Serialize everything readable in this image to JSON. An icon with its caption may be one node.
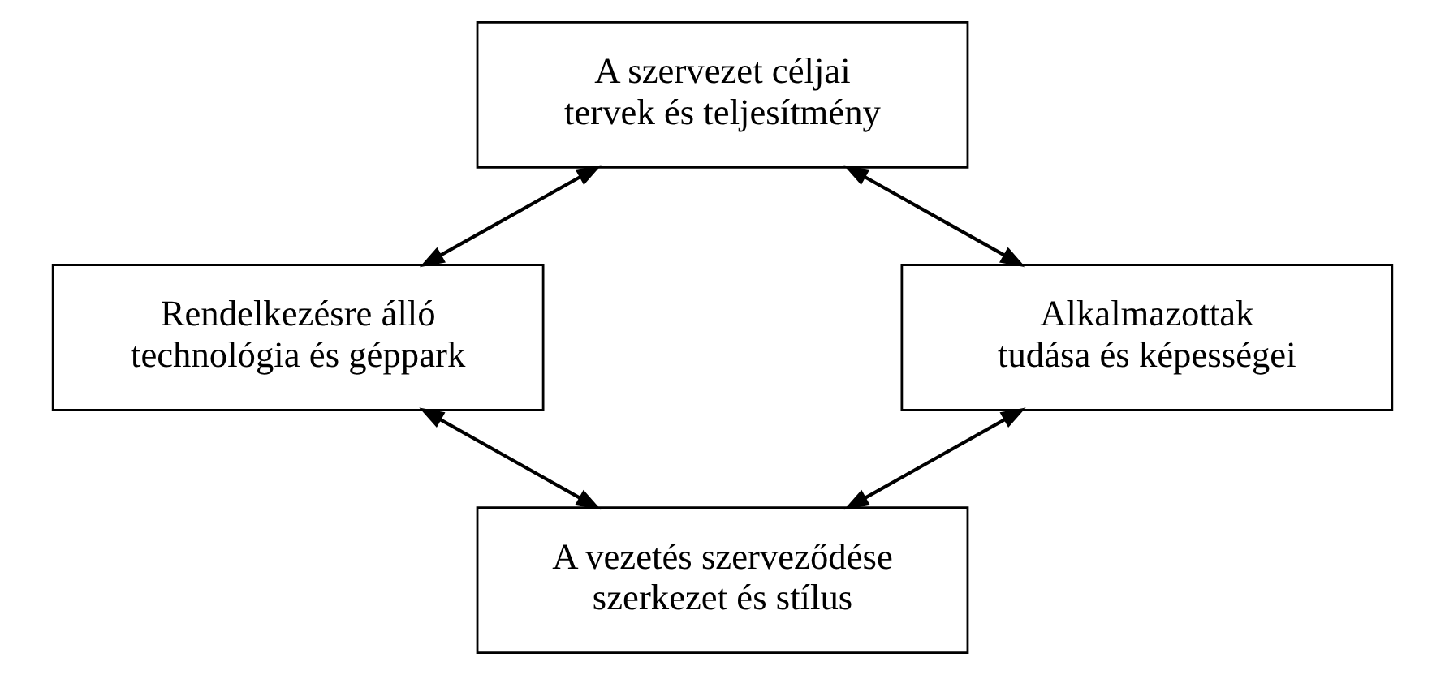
{
  "diagram": {
    "nodes": [
      {
        "text": [
          "A szervezet céljai tervek és teljesítmény"
        ]
      },
      {
        "text": [
          "Rendelkezésre álló technológia és géppark"
        ]
      },
      {
        "text": [
          "Alkalmazottak tudása és képességei"
        ]
      },
      {
        "text": [
          "A vezetés szerveződése szerkezet és stílus"
        ]
      }
    ],
    "edges": [
      {
        "from": 0,
        "to": 1,
        "arrow": "both"
      },
      {
        "from": 0,
        "to": 2,
        "arrow": "both"
      },
      {
        "from": 1,
        "to": 3,
        "arrow": "both"
      },
      {
        "from": 2,
        "to": 3,
        "arrow": "both"
      }
    ]
  }
}
